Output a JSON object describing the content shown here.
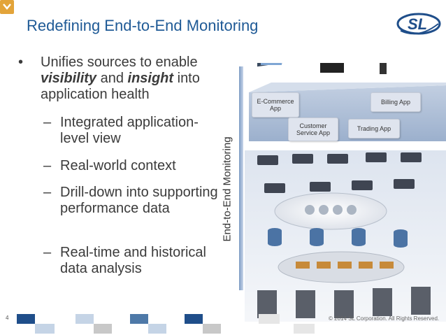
{
  "slide": {
    "title": "Redefining End-to-End Monitoring",
    "page_number": "4",
    "copyright": "© 2014 SL Corporation. All Rights Reserved.",
    "logo_text": "SL"
  },
  "bullets": {
    "main_prefix": "Unifies sources to enable ",
    "main_em1": "visibility",
    "main_mid": " and ",
    "main_em2": "insight",
    "main_suffix": " into application health",
    "subs": [
      "Integrated application-level view",
      "Real-world context",
      "Drill-down into supporting performance data",
      "Real-time and historical data analysis"
    ]
  },
  "diagram": {
    "vertical_label": "End-to-End Monitoring",
    "apps": [
      "E-Commerce App",
      "Billing App",
      "Customer Service App",
      "Trading App"
    ]
  },
  "colors": {
    "title": "#1f5a96",
    "accent_dark": "#1f4e8a",
    "accent_mid": "#4e79a8",
    "accent_light": "#c5d4e6",
    "gray": "#c8c8c8"
  }
}
